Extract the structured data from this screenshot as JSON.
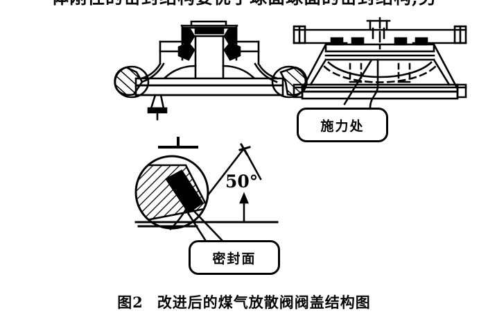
{
  "page": {
    "background_color": "#ffffff",
    "ink_color": "#000000",
    "document_type": "scanned-technical-figure"
  },
  "running_text": {
    "clipped_line": "体刚性的密封结构要优于球面球面的密封结构,另"
  },
  "figure": {
    "caption_number": "图2",
    "caption_title": "改进后的煤气放散阀阀盖结构图",
    "views": [
      {
        "name": "front-section-view",
        "description": "改进后阀盖主视剖面图"
      },
      {
        "name": "bottom-view",
        "description": "改进后阀盖仰视图"
      },
      {
        "name": "detail-circle-view",
        "description": "密封面局部放大剖视图"
      }
    ]
  },
  "callouts": [
    {
      "id": "force-point",
      "label": "施力处"
    },
    {
      "id": "sealing-face",
      "label": "密封面"
    }
  ],
  "annotations": {
    "angle_value": "50",
    "angle_unit": "°",
    "angle_label": "50°",
    "datum_symbol": "inverted-tee"
  }
}
